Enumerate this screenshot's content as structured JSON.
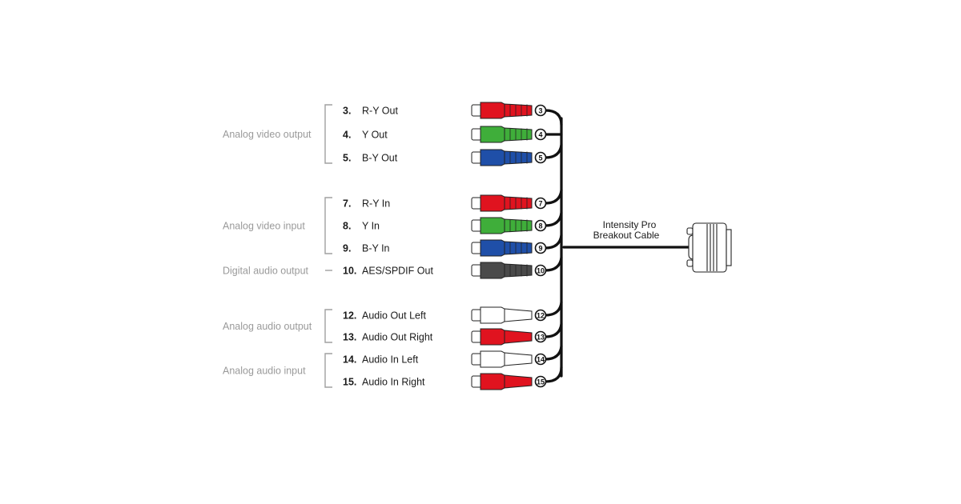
{
  "title": "Intensity Pro Breakout Cable Connections",
  "cable": {
    "label_line1": "Intensity Pro",
    "label_line2": "Breakout Cable",
    "connector_icon": "hd15-connector-icon"
  },
  "groups": [
    {
      "id": "analog-video-output",
      "label": "Analog video output",
      "ports": [
        0,
        1,
        2
      ],
      "marker": "bracket"
    },
    {
      "id": "analog-video-input",
      "label": "Analog video input",
      "ports": [
        3,
        4,
        5
      ],
      "marker": "bracket"
    },
    {
      "id": "digital-audio-output",
      "label": "Digital audio output",
      "ports": [
        6
      ],
      "marker": "dash"
    },
    {
      "id": "analog-audio-output",
      "label": "Analog audio output",
      "ports": [
        7,
        8
      ],
      "marker": "bracket"
    },
    {
      "id": "analog-audio-input",
      "label": "Analog audio input",
      "ports": [
        9,
        10
      ],
      "marker": "bracket"
    }
  ],
  "ports": [
    {
      "number": "3",
      "num_label": "3.",
      "name": "R-Y Out",
      "color": "#e0131f",
      "style": "ribbed"
    },
    {
      "number": "4",
      "num_label": "4.",
      "name": "Y Out",
      "color": "#3fae3a",
      "style": "ribbed"
    },
    {
      "number": "5",
      "num_label": "5.",
      "name": "B-Y Out",
      "color": "#1f4fa8",
      "style": "ribbed"
    },
    {
      "number": "7",
      "num_label": "7.",
      "name": "R-Y In",
      "color": "#e0131f",
      "style": "ribbed"
    },
    {
      "number": "8",
      "num_label": "8.",
      "name": "Y In",
      "color": "#3fae3a",
      "style": "ribbed"
    },
    {
      "number": "9",
      "num_label": "9.",
      "name": "B-Y In",
      "color": "#1f4fa8",
      "style": "ribbed"
    },
    {
      "number": "10",
      "num_label": "10.",
      "name": "AES/SPDIF Out",
      "color": "#4a4a4a",
      "style": "ribbed"
    },
    {
      "number": "12",
      "num_label": "12.",
      "name": "Audio Out Left",
      "color": "#ffffff",
      "style": "smooth"
    },
    {
      "number": "13",
      "num_label": "13.",
      "name": "Audio Out Right",
      "color": "#e0131f",
      "style": "smooth"
    },
    {
      "number": "14",
      "num_label": "14.",
      "name": "Audio In Left",
      "color": "#ffffff",
      "style": "smooth"
    },
    {
      "number": "15",
      "num_label": "15.",
      "name": "Audio In Right",
      "color": "#e0131f",
      "style": "smooth"
    }
  ]
}
